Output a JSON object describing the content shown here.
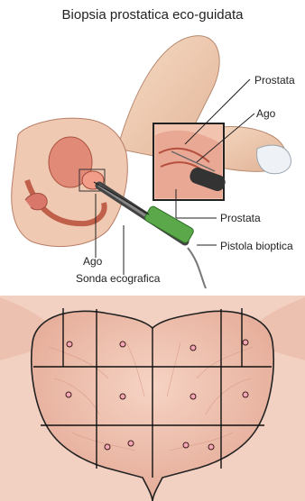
{
  "title": "Biopsia prostatica eco-guidata",
  "labels": {
    "prostata_top": "Prostata",
    "ago_top": "Ago",
    "prostata_mid": "Prostata",
    "pistola": "Pistola bioptica",
    "ago_bottom": "Ago",
    "sonda": "Sonda ecografica"
  }
}
